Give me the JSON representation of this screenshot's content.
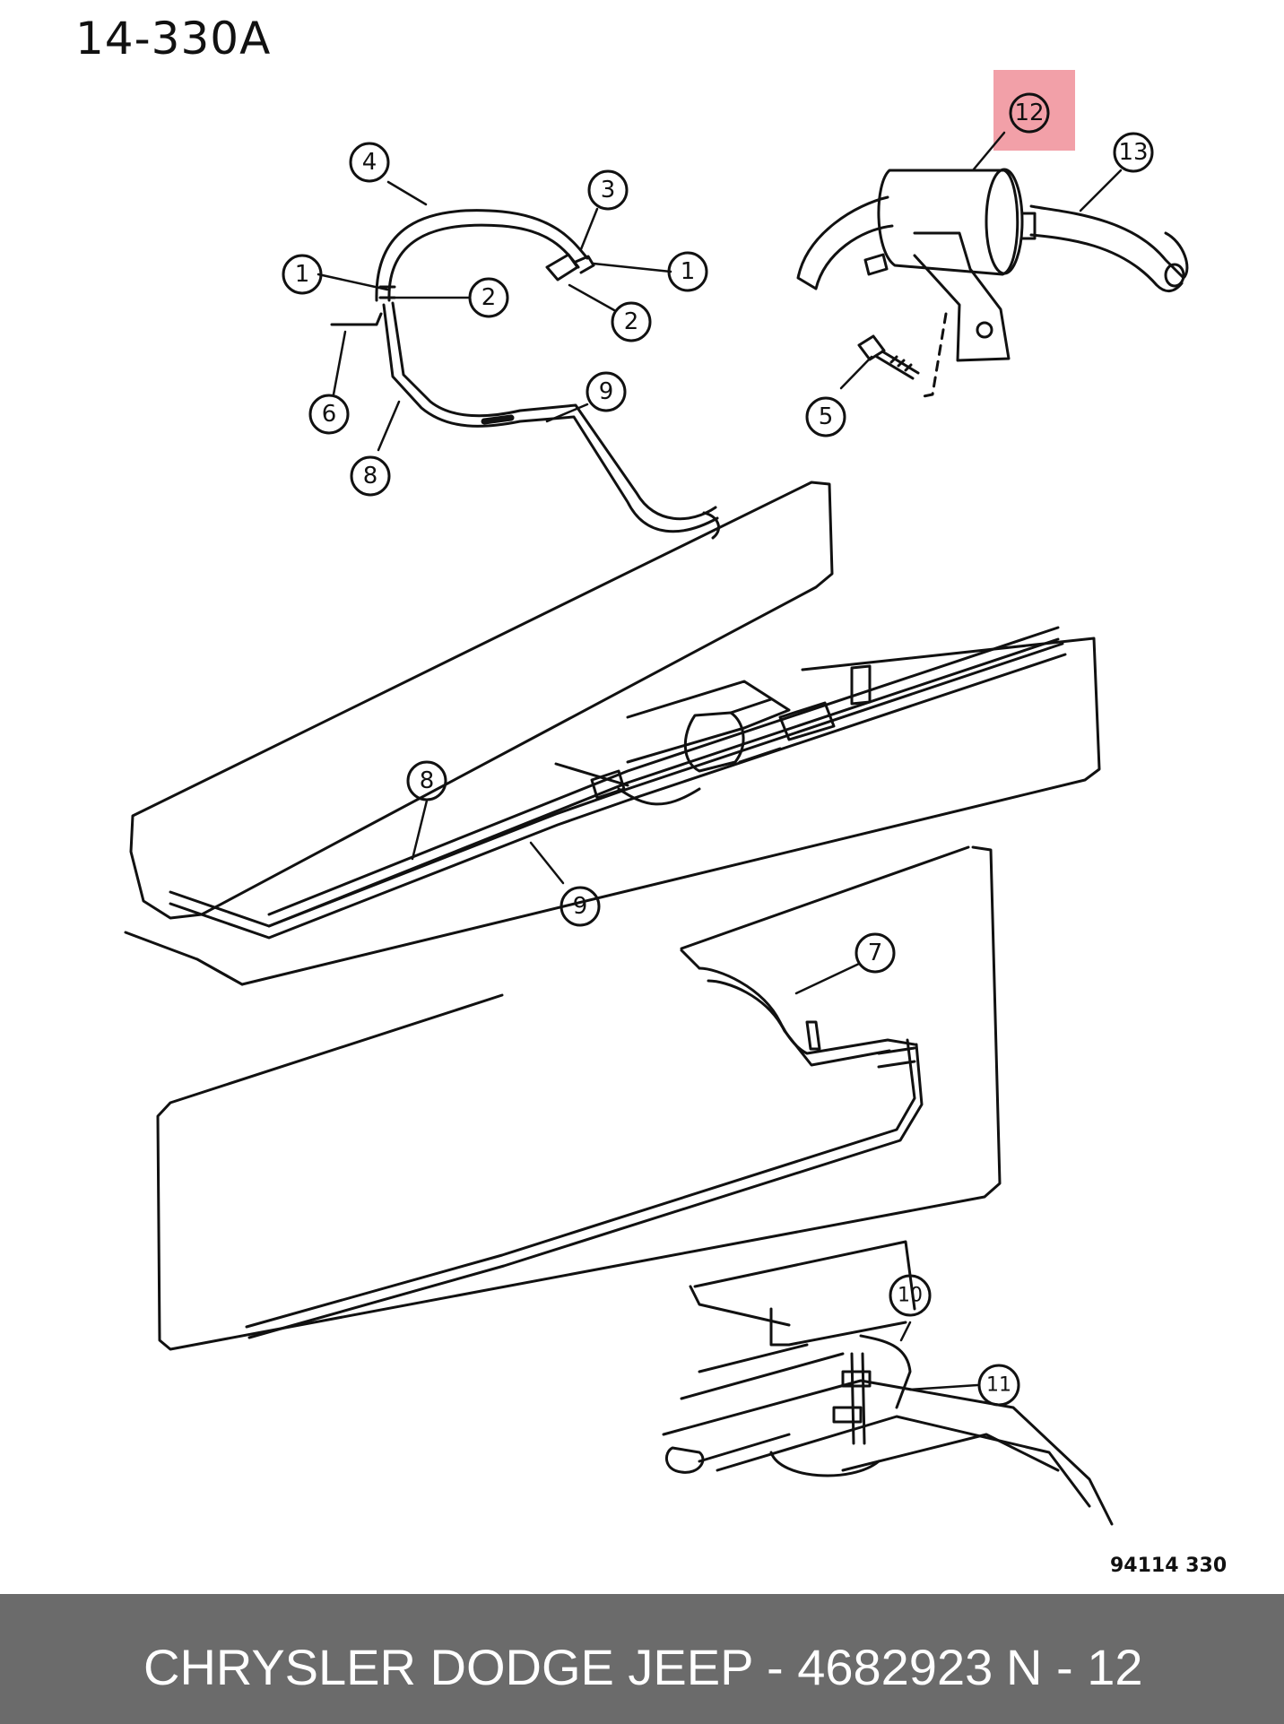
{
  "diagram_code": "14-330A",
  "figure_number": "94114 330",
  "highlight_color": "#f2a0a8",
  "footer": {
    "label": "CHRYSLER DODGE JEEP - 4682923",
    "page": "N - 12"
  },
  "callouts": {
    "c1a": "1",
    "c1b": "1",
    "c2a": "2",
    "c2b": "2",
    "c3": "3",
    "c4": "4",
    "c5": "5",
    "c6": "6",
    "c7": "7",
    "c8a": "8",
    "c8b": "8",
    "c9a": "9",
    "c9b": "9",
    "c10": "10",
    "c11": "11",
    "c12": "12",
    "c13": "13"
  }
}
